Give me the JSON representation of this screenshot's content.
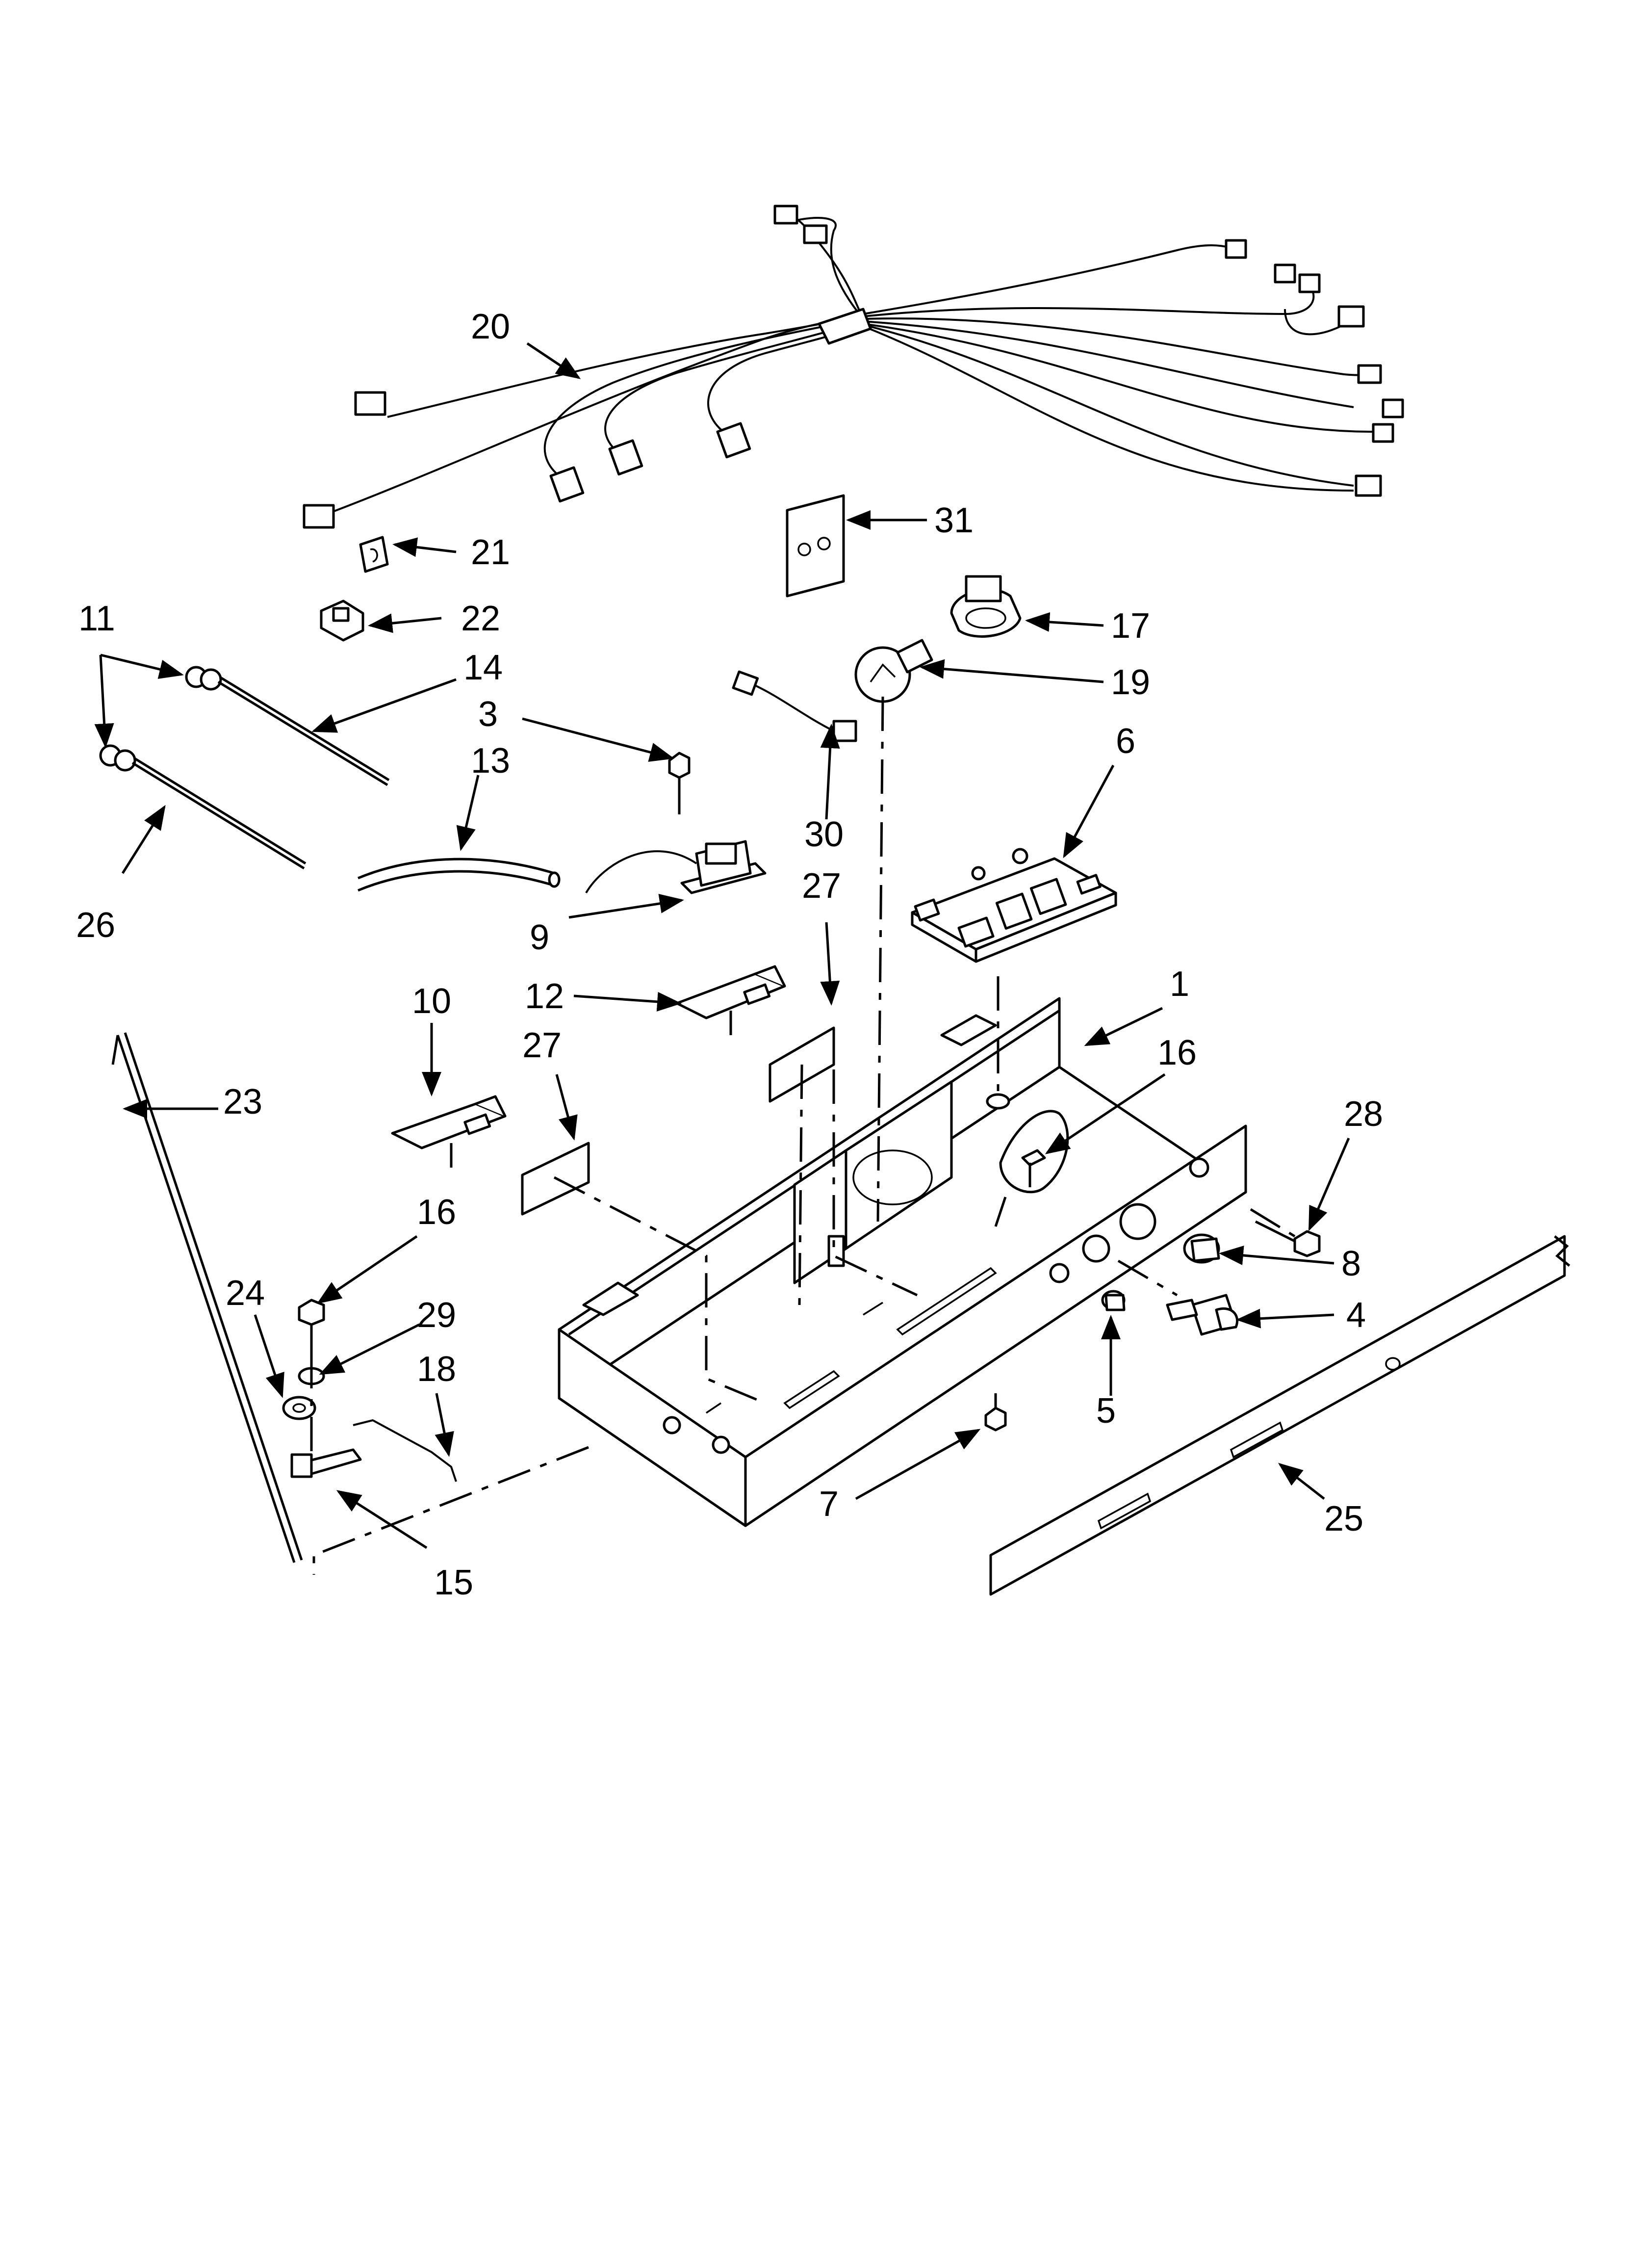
{
  "labels": {
    "p1": "1",
    "p3": "3",
    "p4": "4",
    "p5": "5",
    "p6": "6",
    "p7": "7",
    "p8": "8",
    "p9": "9",
    "p10": "10",
    "p11": "11",
    "p12": "12",
    "p13": "13",
    "p14": "14",
    "p15": "15",
    "p16a": "16",
    "p16b": "16",
    "p17": "17",
    "p18": "18",
    "p19": "19",
    "p20": "20",
    "p21": "21",
    "p22": "22",
    "p23": "23",
    "p24": "24",
    "p25": "25",
    "p26": "26",
    "p27a": "27",
    "p27b": "27",
    "p28": "28",
    "p29": "29",
    "p30": "30",
    "p31": "31"
  }
}
